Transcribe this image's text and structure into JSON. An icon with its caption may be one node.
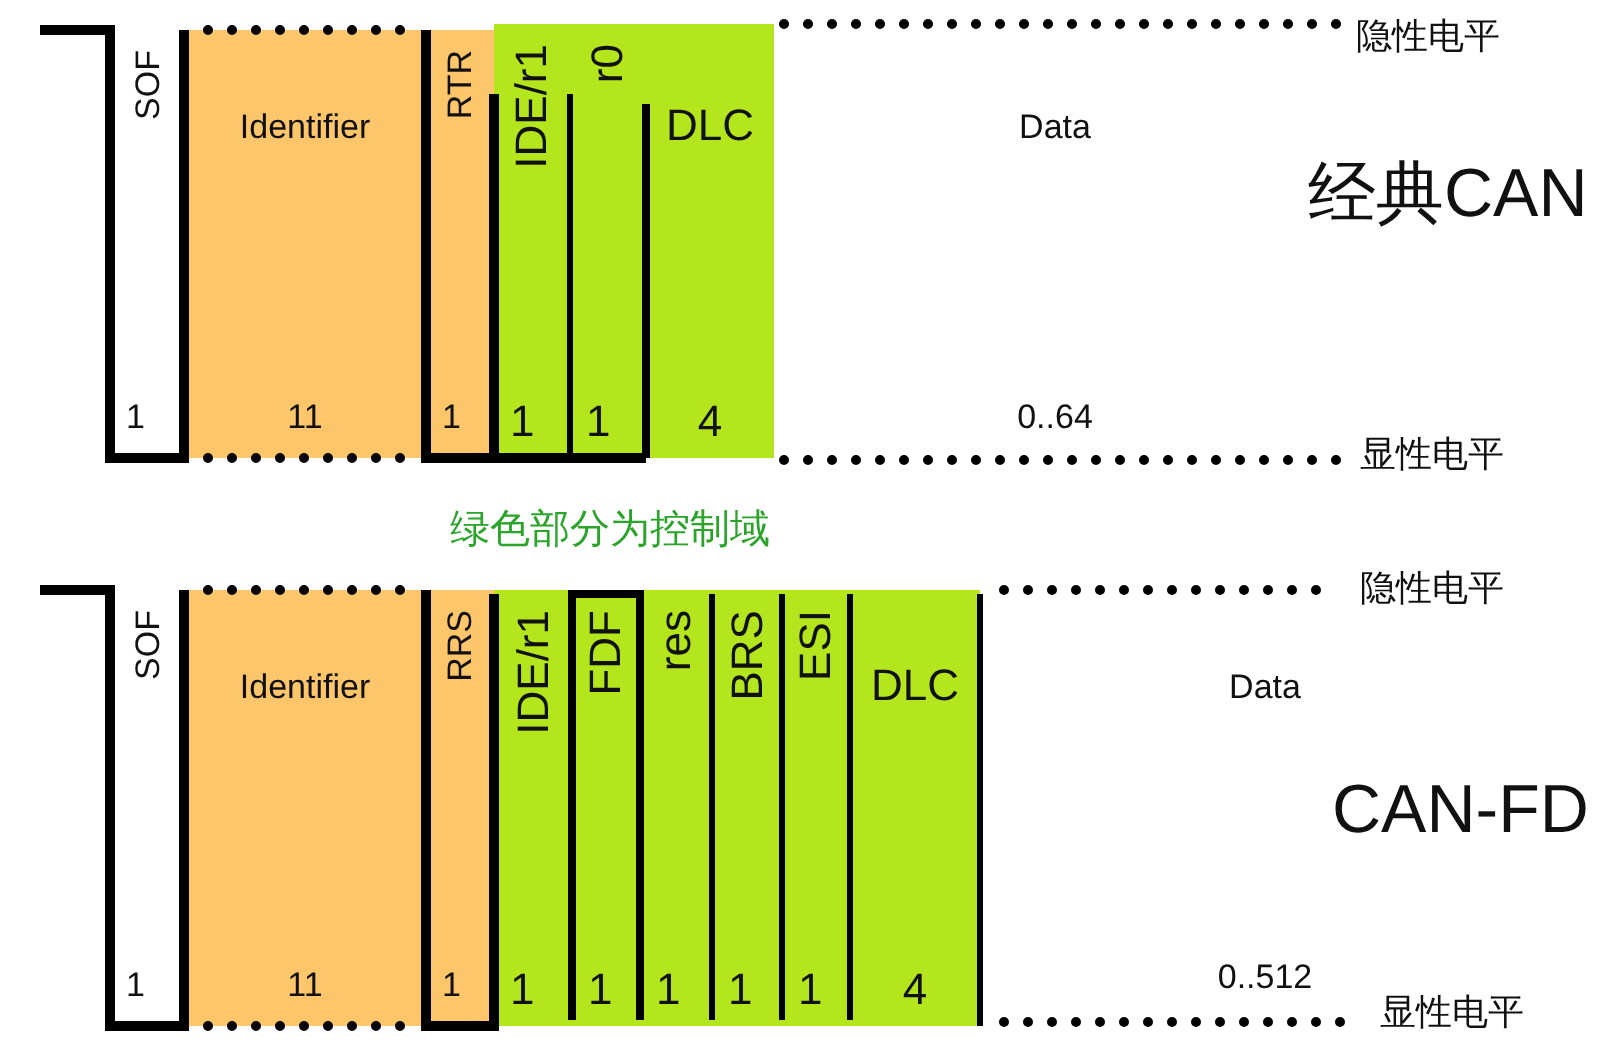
{
  "diagram": {
    "nodes": [
      {
        "text": [
          "SOF",
          "1"
        ]
      },
      {
        "text": [
          "Identifier",
          "11"
        ]
      },
      {
        "text": [
          "RTR",
          "1"
        ]
      },
      {
        "text": [
          "IDE/r1",
          "1"
        ]
      },
      {
        "text": [
          "r0",
          "1"
        ]
      },
      {
        "text": [
          "DLC",
          "4"
        ]
      },
      {
        "text": [
          "Data",
          "0..64"
        ]
      },
      {
        "text": [
          "SOF",
          "1"
        ]
      },
      {
        "text": [
          "Identifier",
          "11"
        ]
      },
      {
        "text": [
          "RRS",
          "1"
        ]
      },
      {
        "text": [
          "IDE/r1",
          "1"
        ]
      },
      {
        "text": [
          "FDF",
          "1"
        ]
      },
      {
        "text": [
          "res",
          "1"
        ]
      },
      {
        "text": [
          "BRS",
          "1"
        ]
      },
      {
        "text": [
          "ESI",
          "1"
        ]
      },
      {
        "text": [
          "DLC",
          "4"
        ]
      },
      {
        "text": [
          "Data",
          "0..512"
        ]
      }
    ],
    "labels": [
      "隐性电平",
      "经典CAN",
      "显性电平",
      "绿色部分为控制域",
      "隐性电平",
      "CAN-FD",
      "显性电平"
    ]
  }
}
